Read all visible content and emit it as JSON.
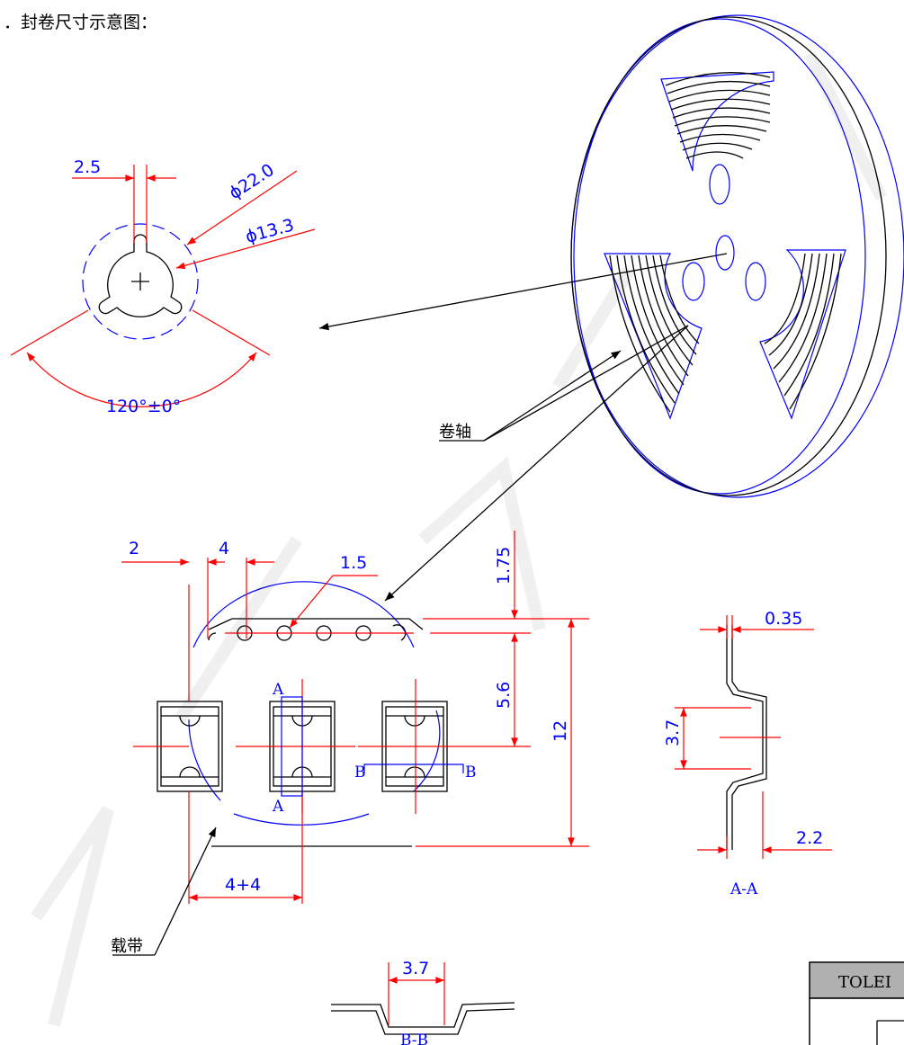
{
  "heading": "．封卷尺寸示意图：",
  "hub": {
    "slot_width": "2.5",
    "outer_diameter": "ϕ22.0",
    "inner_diameter": "ϕ13.3",
    "angle": "120°±0°"
  },
  "labels": {
    "reel": "卷轴",
    "carrier_tape": "载带"
  },
  "tape": {
    "dim_2": "2",
    "dim_4": "4",
    "hole_dia": "1.5",
    "edge": "1.75",
    "pitch_offset": "5.6",
    "width": "12",
    "pitch": "4+4",
    "section_a_top": "A",
    "section_a_bottom": "A",
    "section_b_left": "B",
    "section_b_right": "B"
  },
  "section_aa": {
    "thickness": "0.35",
    "pocket_width": "3.7",
    "depth": "2.2",
    "title": "A-A"
  },
  "section_bb": {
    "pocket_width": "3.7",
    "title": "B-B"
  },
  "tolerance_box": {
    "header": "TOLEI"
  }
}
